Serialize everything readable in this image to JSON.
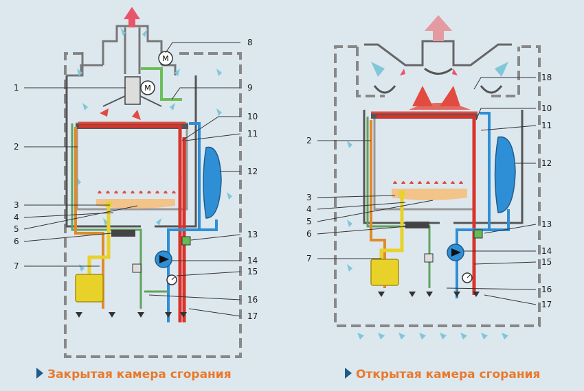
{
  "diagrams": [
    {
      "caption": "Закрытая камера сгорания",
      "numbers": [
        "1",
        "2",
        "3",
        "4",
        "5",
        "6",
        "7",
        "8",
        "9",
        "10",
        "11",
        "12",
        "13",
        "14",
        "15",
        "16",
        "17"
      ]
    },
    {
      "caption": "Открытая камера сгорания",
      "numbers": [
        "2",
        "3",
        "4",
        "5",
        "6",
        "7",
        "10",
        "11",
        "12",
        "13",
        "14",
        "15",
        "16",
        "17",
        "18"
      ]
    }
  ],
  "colors": {
    "background": "#dde7ee",
    "caption": "#e9792b",
    "marker": "#1d5c8a",
    "hot_water": "#d9332b",
    "cold_water": "#2e8fd6",
    "gas": "#e8d22a",
    "dhw_out": "#e08a2a",
    "heat_return": "#5fa35c",
    "expansion_tank": "#2f8fd6",
    "flame": "#e24b3f",
    "flue": "#e8556b",
    "air": "#7fc7d9",
    "frame": "#888888"
  },
  "icons": [
    "fan-motor-icon",
    "pump-icon",
    "pressure-gauge-icon",
    "valve-icon",
    "air-flow-arrow-icon",
    "exhaust-arrow-icon"
  ]
}
